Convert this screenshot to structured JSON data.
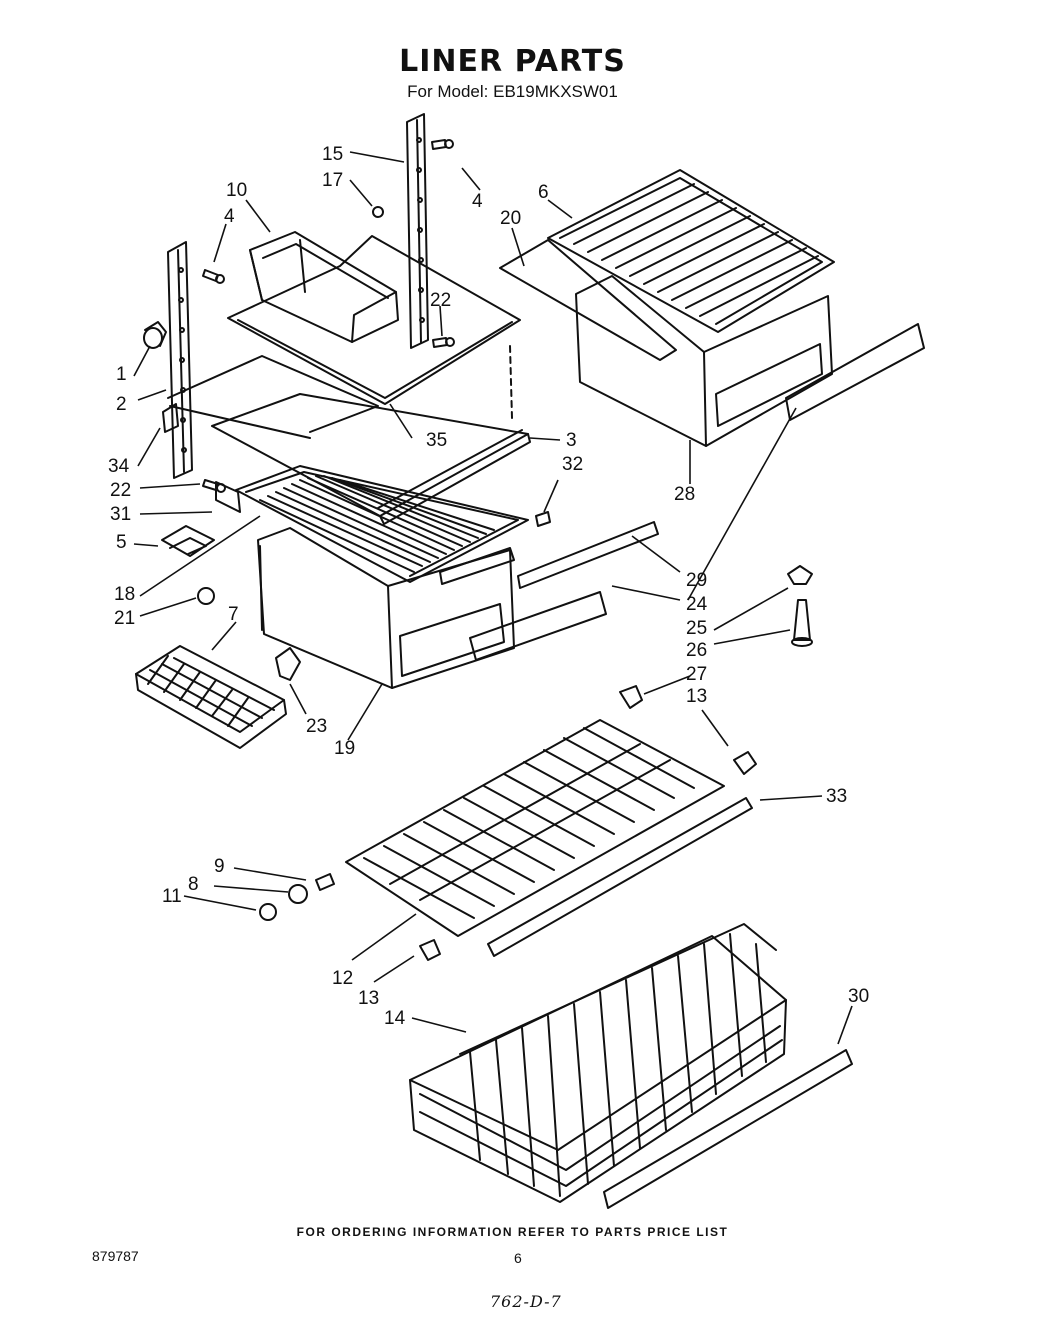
{
  "title": "LINER PARTS",
  "model": "For Model: EB19MKXSW01",
  "footer_note": "FOR ORDERING INFORMATION REFER TO PARTS PRICE LIST",
  "doc_number": "879787",
  "page_number": "6",
  "handwritten_code": "762-D-7",
  "callouts": [
    "1",
    "2",
    "3",
    "4",
    "4",
    "5",
    "6",
    "7",
    "8",
    "9",
    "10",
    "11",
    "12",
    "13",
    "13",
    "14",
    "15",
    "17",
    "18",
    "19",
    "20",
    "21",
    "22",
    "22",
    "23",
    "24",
    "25",
    "26",
    "27",
    "28",
    "29",
    "30",
    "31",
    "32",
    "33",
    "34",
    "35"
  ]
}
